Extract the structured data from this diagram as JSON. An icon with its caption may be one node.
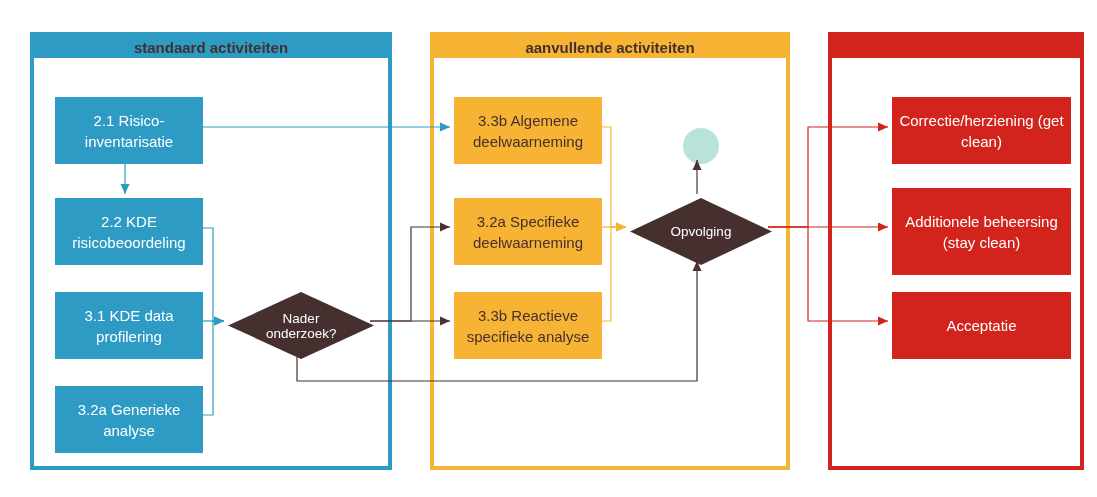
{
  "diagram": {
    "nodes": [
      {
        "text": [
          "standaard activiteiten"
        ]
      },
      {
        "text": [
          "2.1 Risico- inventarisatie"
        ],
        "in": 0
      },
      {
        "text": [
          "2.2 KDE risicobeoordeling"
        ],
        "in": 0
      },
      {
        "text": [
          "3.1 KDE data profilering"
        ],
        "in": 0
      },
      {
        "text": [
          "3.2a Generieke analyse"
        ],
        "in": 0
      },
      {
        "text": [
          "Nader onderzoek?"
        ],
        "in": 0
      },
      {
        "text": [
          "aanvullende activiteiten"
        ]
      },
      {
        "text": [
          "3.3b Algemene deelwaarneming"
        ],
        "in": 6
      },
      {
        "text": [
          "3.2a Specifieke deelwaarneming"
        ],
        "in": 6
      },
      {
        "text": [
          "3.3b Reactieve specifieke analyse"
        ],
        "in": 6
      },
      {
        "text": [],
        "shape": "circle",
        "in": 6
      },
      {
        "text": [
          "Opvolging"
        ],
        "in": 6
      },
      {
        "text": [],
        "shape": "box"
      },
      {
        "text": [
          "Correctie/herziening (get clean)"
        ],
        "in": 12
      },
      {
        "text": [
          "Additionele beheersing (stay clean)"
        ],
        "in": 12
      },
      {
        "text": [
          "Acceptatie"
        ],
        "in": 12
      }
    ],
    "edges": [
      {
        "from": 1,
        "to": 7,
        "arrow": "to",
        "color": "#2e9bc4"
      },
      {
        "from": 1,
        "to": 2,
        "arrow": "to",
        "color": "#2e9bc4"
      },
      {
        "from": 2,
        "to": 5,
        "arrow": "to",
        "color": "#2e9bc4"
      },
      {
        "from": 3,
        "to": 5,
        "arrow": "to",
        "color": "#2e9bc4"
      },
      {
        "from": 4,
        "to": 5,
        "arrow": "to",
        "color": "#2e9bc4"
      },
      {
        "from": 5,
        "to": 8,
        "arrow": "to",
        "color": "#4a3133"
      },
      {
        "from": 5,
        "to": 9,
        "arrow": "to",
        "color": "#4a3133"
      },
      {
        "from": 5,
        "to": 11,
        "arrow": "to",
        "color": "#4a3133"
      },
      {
        "from": 7,
        "to": 11,
        "arrow": "to",
        "color": "#f7b334"
      },
      {
        "from": 8,
        "to": 11,
        "arrow": "to",
        "color": "#f7b334"
      },
      {
        "from": 9,
        "to": 11,
        "arrow": "to",
        "color": "#f7b334"
      },
      {
        "from": 11,
        "to": 10,
        "arrow": "to",
        "color": "#4a3133"
      },
      {
        "from": 11,
        "to": 13,
        "arrow": "to",
        "color": "#d2231c"
      },
      {
        "from": 11,
        "to": 14,
        "arrow": "to",
        "color": "#d2231c"
      },
      {
        "from": 11,
        "to": 15,
        "arrow": "to",
        "color": "#d2231c"
      }
    ]
  }
}
